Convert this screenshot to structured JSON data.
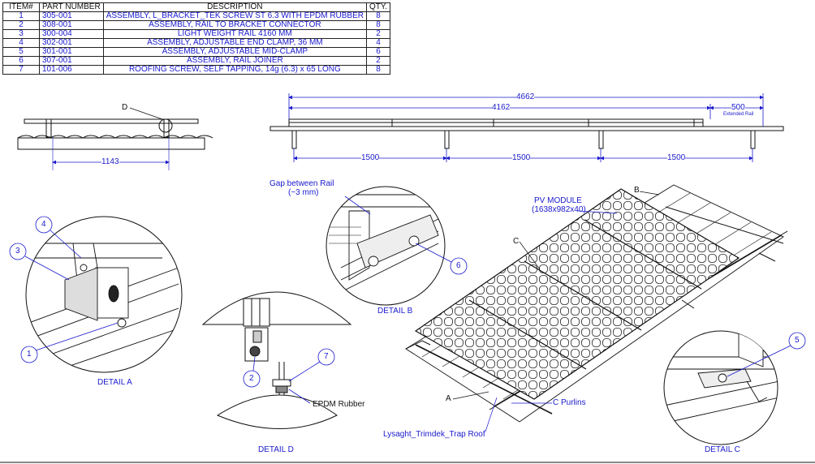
{
  "bom": {
    "headers": [
      "ITEM#",
      "PART NUMBER",
      "DESCRIPTION",
      "QTY."
    ],
    "rows": [
      [
        "1",
        "305-001",
        "ASSEMBLY, L_BRACKET_TEK SCREW ST 6.3 WITH EPDM RUBBER",
        "8"
      ],
      [
        "2",
        "308-001",
        "ASSEMBLY, RAIL TO BRACKET CONNECTOR",
        "8"
      ],
      [
        "3",
        "300-004",
        "LIGHT WEIGHT RAIL 4160 MM",
        "2"
      ],
      [
        "4",
        "302-001",
        "ASSEMBLY, ADJUSTABLE END CLAMP, 36 MM",
        "4"
      ],
      [
        "5",
        "301-001",
        "ASSEMBLY, ADJUSTABLE MID-CLAMP",
        "6"
      ],
      [
        "6",
        "307-001",
        "ASSEMBLY, RAIL JOINER",
        "2"
      ],
      [
        "7",
        "101-006",
        "ROOFING SCREW, SELF TAPPING, 14g (6.3) x 65 LONG",
        "8"
      ]
    ]
  },
  "dims": {
    "d4662": "4662",
    "d4162": "4162",
    "d500": "500",
    "d500_note": "Extended Rail",
    "d1500a": "1500",
    "d1500b": "1500",
    "d1500c": "1500",
    "d1143": "1143"
  },
  "labels": {
    "callout_d": "D",
    "callout_b": "B",
    "callout_c": "C",
    "callout_a": "A",
    "gap_line1": "Gap between Rail",
    "gap_line2": "(~3 mm)",
    "pv_line1": "PV MODULE",
    "pv_line2": "(1638x982x40)",
    "c_purlins": "C Purlins",
    "roof": "Lysaght_Trimdek_Trap Roof",
    "epdm": "EPDM Rubber",
    "detail_a": "DETAIL A",
    "detail_b": "DETAIL B",
    "detail_c": "DETAIL C",
    "detail_d": "DETAIL D",
    "balloon_1": "1",
    "balloon_2": "2",
    "balloon_3": "3",
    "balloon_4": "4",
    "balloon_5": "5",
    "balloon_6": "6",
    "balloon_7": "7"
  },
  "colors": {
    "annotation": "#1a1acc",
    "line": "#111111"
  }
}
